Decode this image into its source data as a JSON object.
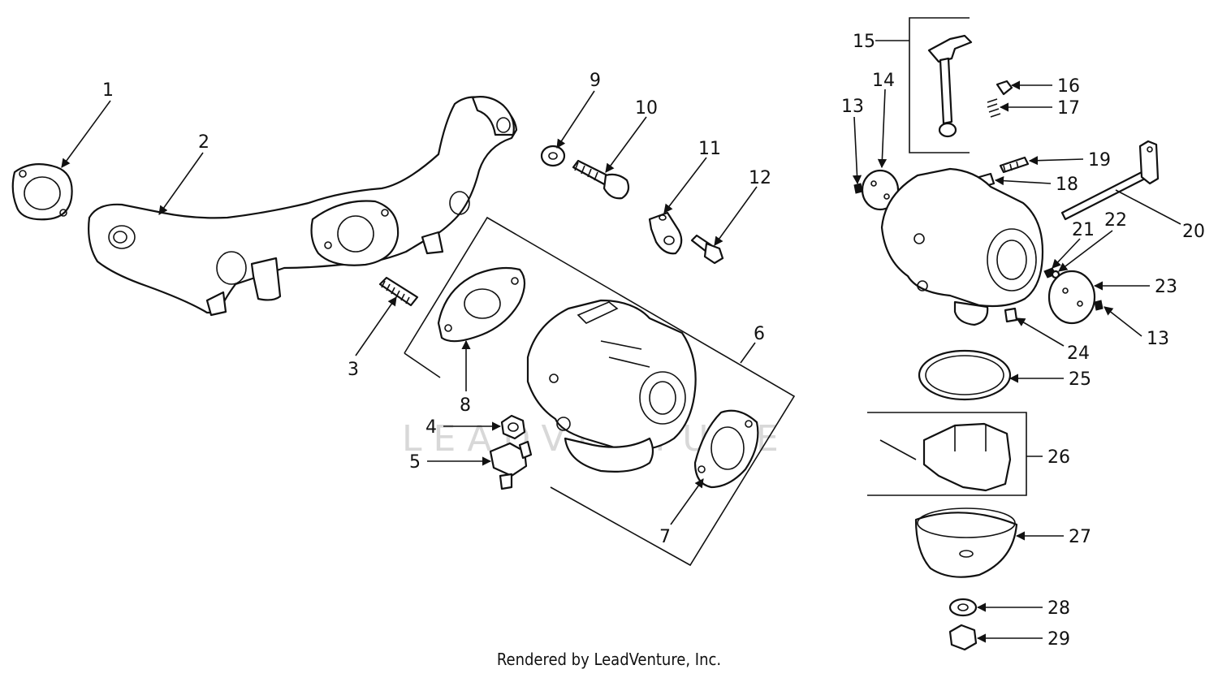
{
  "diagram": {
    "watermark": "LEADVENTURE",
    "footer": "Rendered by LeadVenture, Inc.",
    "callouts": [
      "1",
      "2",
      "3",
      "4",
      "5",
      "6",
      "7",
      "8",
      "9",
      "10",
      "11",
      "12",
      "13",
      "14",
      "15",
      "16",
      "17",
      "18",
      "19",
      "20",
      "21",
      "22",
      "23",
      "13",
      "24",
      "25",
      "26",
      "27",
      "28",
      "29"
    ]
  }
}
